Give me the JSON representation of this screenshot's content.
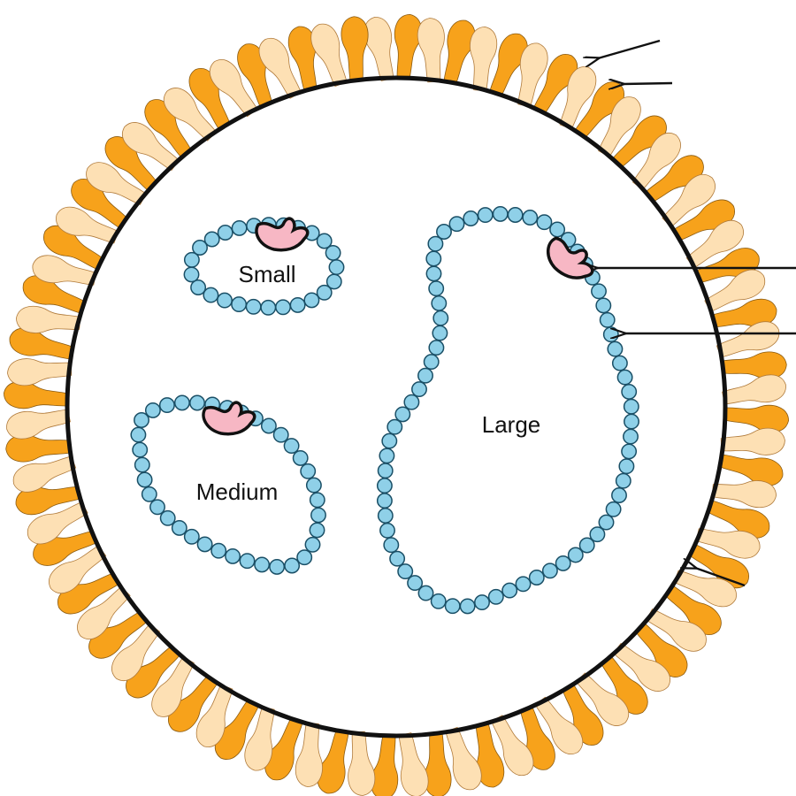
{
  "diagram": {
    "labels": {
      "small": "Small",
      "medium": "Medium",
      "large": "Large"
    },
    "colors": {
      "capsid_line": "#111111",
      "protein_front": "#f7a21b",
      "protein_back": "#fde0b4",
      "bead_fill": "#8fd0e8",
      "bead_stroke": "#1a4f66",
      "enzyme_fill": "#f7b7c4",
      "arrow": "#111111"
    },
    "icons": {
      "surface_protein": "surface-protein-icon",
      "rna_bead": "rna-bead-icon",
      "polymerase": "polymerase-icon",
      "pointer": "arrow-icon"
    }
  }
}
